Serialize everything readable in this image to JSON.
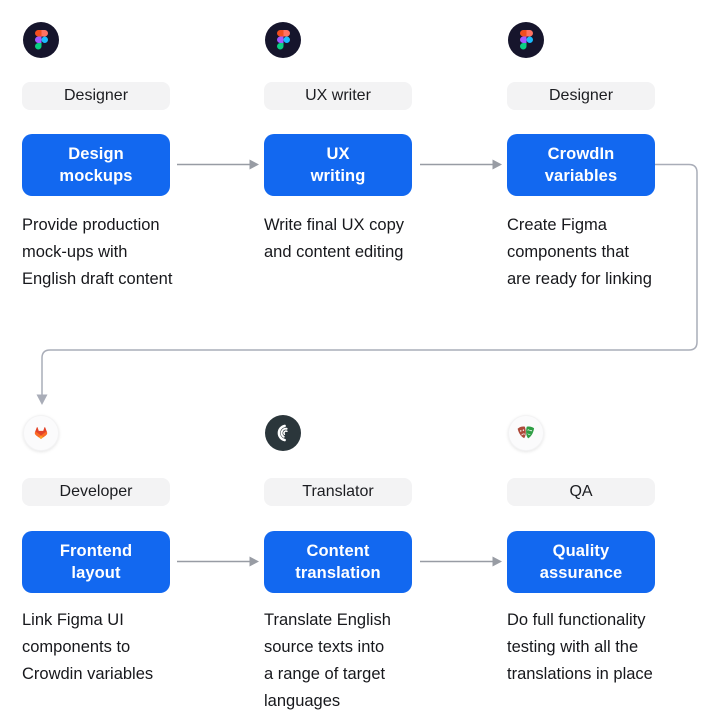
{
  "colors": {
    "node_blue": "#1268F0",
    "chip_bg": "#F3F3F4",
    "short_arrow_gray": "#989CA4",
    "connector_gray": "#A9ADB8",
    "figma_badge_bg": "#16152C",
    "crowdin_badge_bg": "#2B363B",
    "gitlab_badge_bg": "#FBFBFC",
    "qa_badge_bg": "#FBFBFC",
    "text_dark": "#17181C",
    "background": "#FFFFFF"
  },
  "steps": [
    {
      "icon": "figma-icon",
      "role": "Designer",
      "button_lines": [
        "Design",
        "mockups"
      ],
      "description_lines": [
        "Provide production",
        "mock-ups with",
        "English draft content"
      ]
    },
    {
      "icon": "figma-icon",
      "role": "UX writer",
      "button_lines": [
        "UX",
        "writing"
      ],
      "description_lines": [
        "Write final UX copy",
        "and content editing"
      ]
    },
    {
      "icon": "figma-icon",
      "role": "Designer",
      "button_lines": [
        "CrowdIn",
        "variables"
      ],
      "description_lines": [
        "Create Figma",
        "components that",
        "are ready for linking"
      ]
    },
    {
      "icon": "gitlab-icon",
      "role": "Developer",
      "button_lines": [
        "Frontend",
        "layout"
      ],
      "description_lines": [
        "Link Figma UI",
        "components to",
        "Crowdin variables"
      ]
    },
    {
      "icon": "crowdin-icon",
      "role": "Translator",
      "button_lines": [
        "Content",
        "translation"
      ],
      "description_lines": [
        "Translate English",
        "source texts into",
        "a range of target",
        "languages"
      ]
    },
    {
      "icon": "qa-masks-icon",
      "role": "QA",
      "button_lines": [
        "Quality",
        "assurance"
      ],
      "description_lines": [
        "Do full functionality",
        "testing with all the",
        "translations in place"
      ]
    }
  ]
}
